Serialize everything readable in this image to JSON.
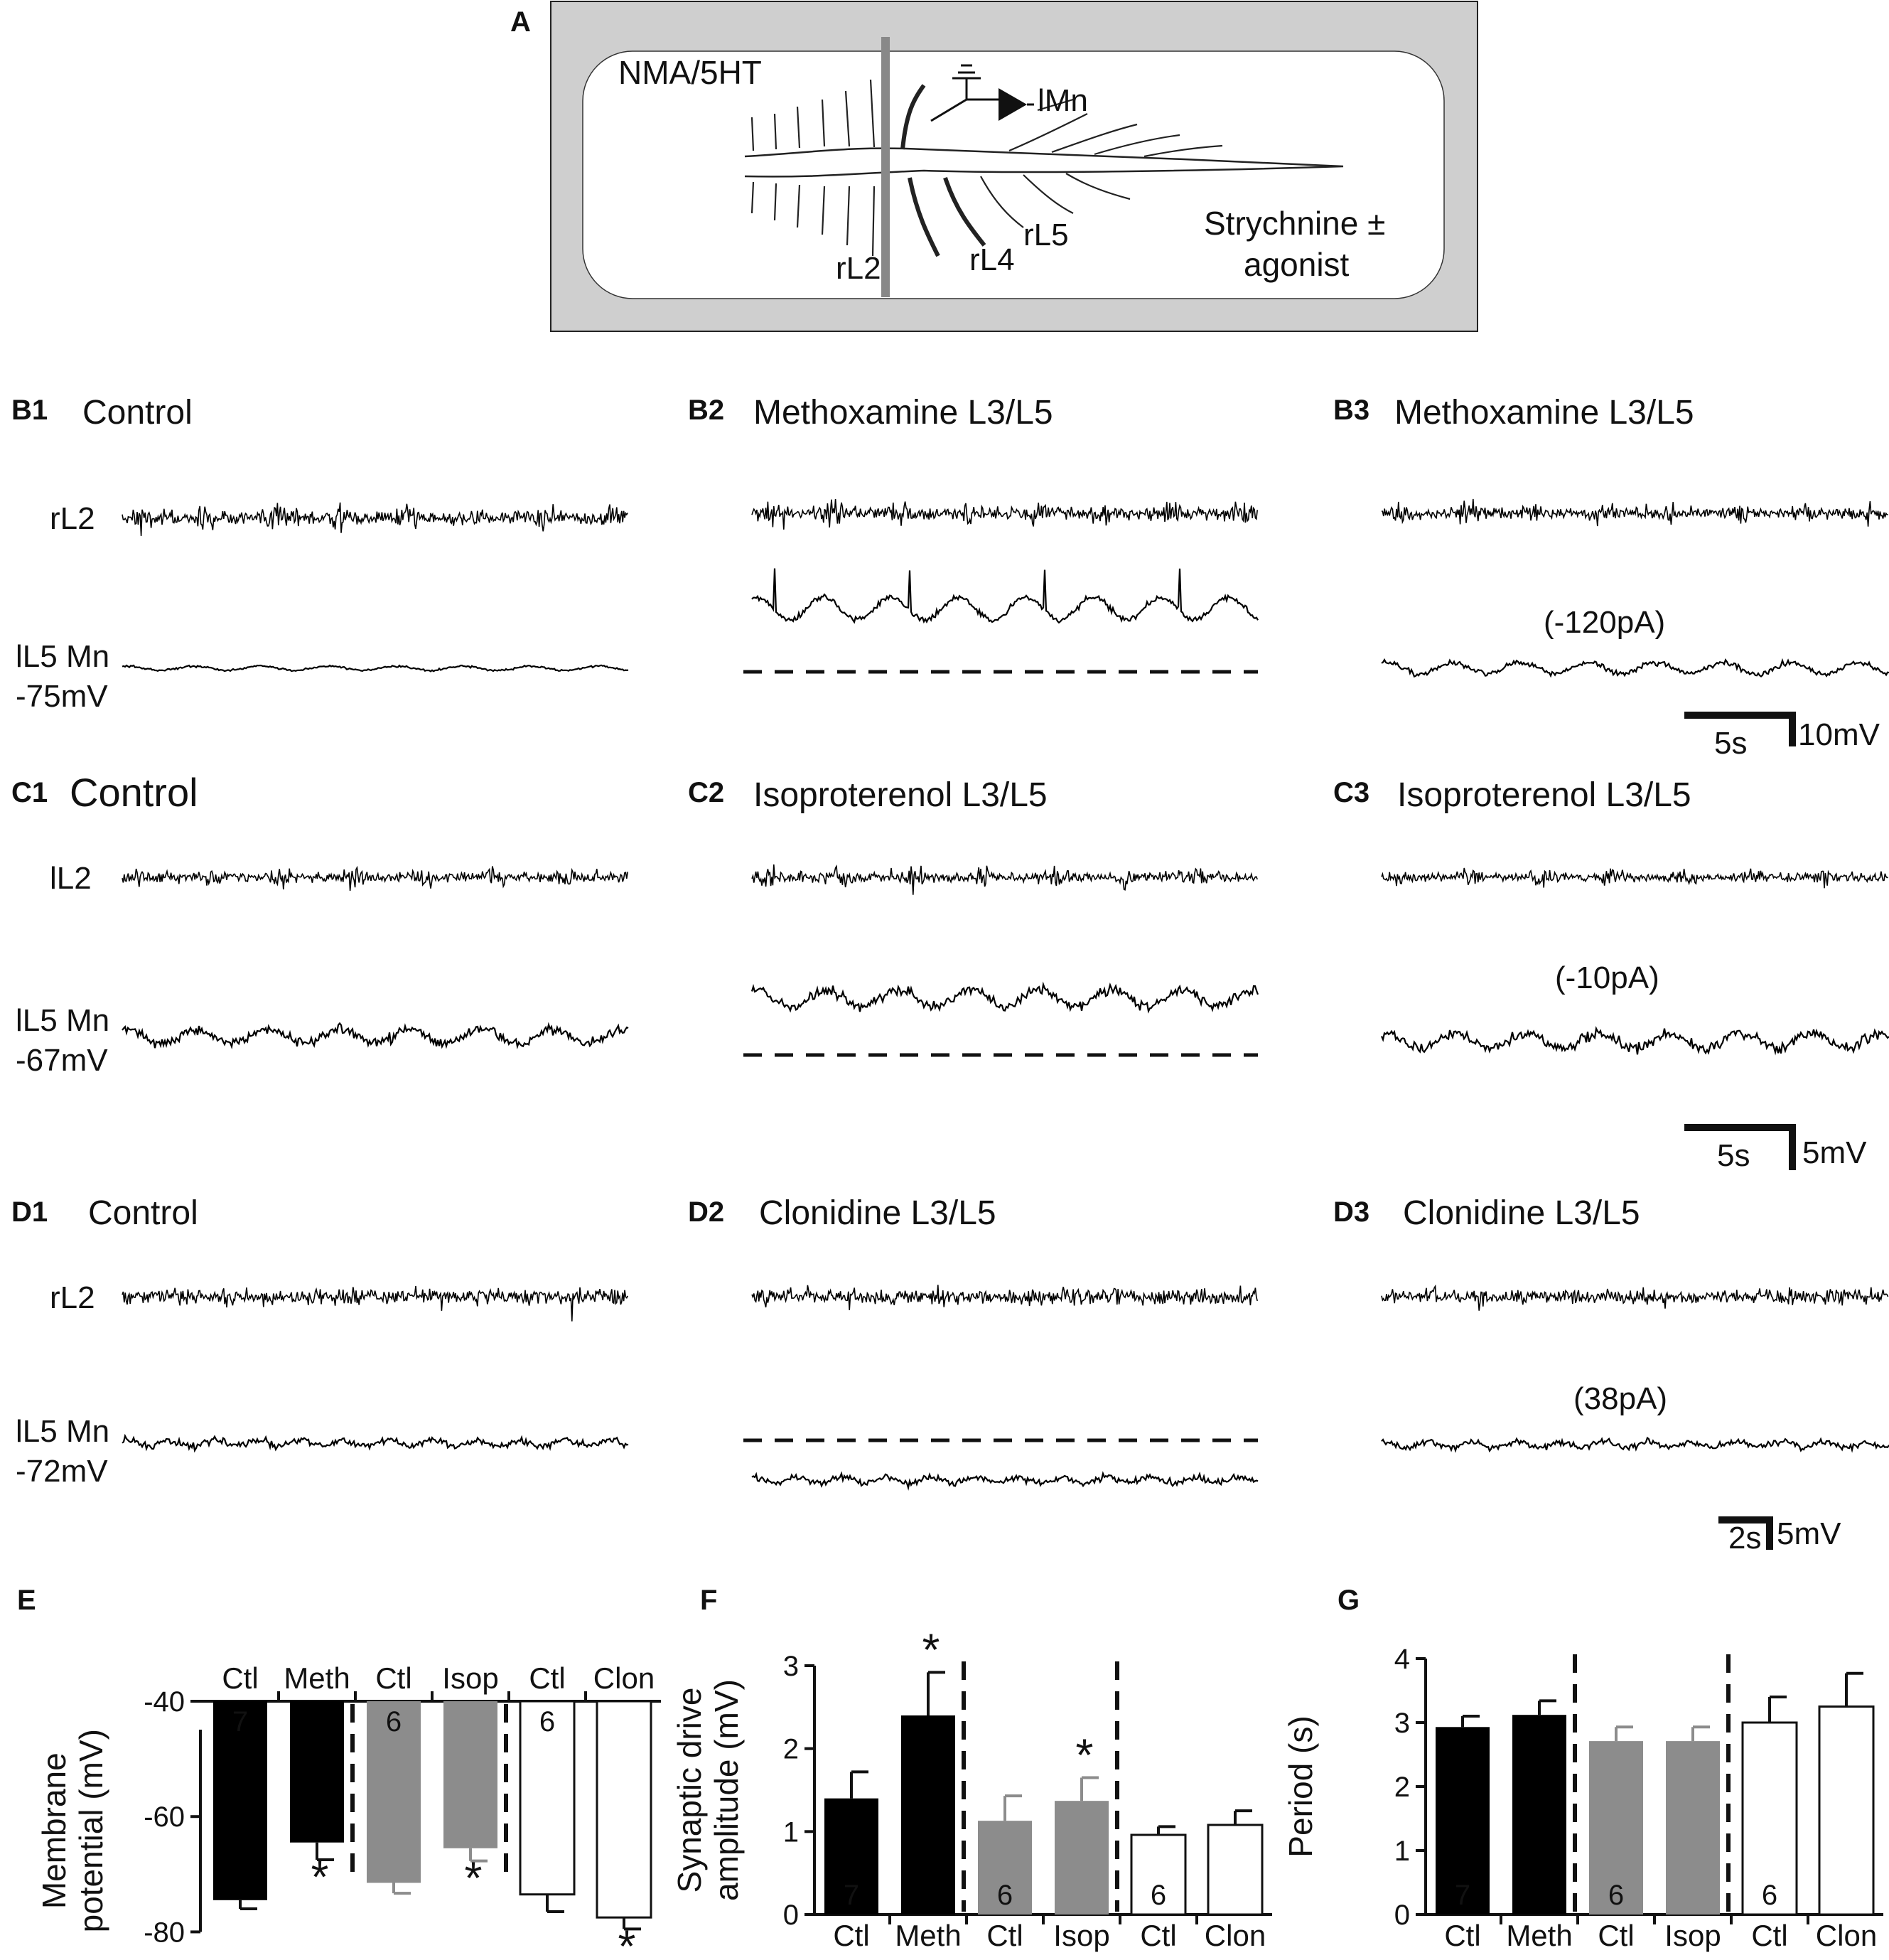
{
  "schematic": {
    "panel_letter": "A",
    "bath_left": "NMA/5HT",
    "bath_right_line1": "Strychnine ±",
    "bath_right_line2": "agonist",
    "neuron": "lMn",
    "roots": [
      "rL2",
      "rL4",
      "rL5"
    ]
  },
  "traces": {
    "scale_b": {
      "time": "5s",
      "voltage": "10mV"
    },
    "scale_c": {
      "time": "5s",
      "voltage": "5mV"
    },
    "scale_d": {
      "time": "2s",
      "voltage": "5mV"
    },
    "rows": [
      {
        "root": "rL2",
        "cell": "lL5 Mn",
        "vm": "-75mV",
        "panels": [
          {
            "letter": "B1",
            "title": "Control",
            "current": ""
          },
          {
            "letter": "B2",
            "title": "Methoxamine L3/L5",
            "current": ""
          },
          {
            "letter": "B3",
            "title": "Methoxamine L3/L5",
            "current": "(-120pA)"
          }
        ]
      },
      {
        "root": "lL2",
        "cell": "lL5 Mn",
        "vm": "-67mV",
        "panels": [
          {
            "letter": "C1",
            "title": "Control",
            "current": ""
          },
          {
            "letter": "C2",
            "title": "Isoproterenol L3/L5",
            "current": ""
          },
          {
            "letter": "C3",
            "title": "Isoproterenol L3/L5",
            "current": "(-10pA)"
          }
        ]
      },
      {
        "root": "rL2",
        "cell": "lL5 Mn",
        "vm": "-72mV",
        "panels": [
          {
            "letter": "D1",
            "title": "Control",
            "current": ""
          },
          {
            "letter": "D2",
            "title": "Clonidine L3/L5",
            "current": ""
          },
          {
            "letter": "D3",
            "title": "Clonidine L3/L5",
            "current": "(38pA)"
          }
        ]
      }
    ]
  },
  "chart_data": [
    {
      "panel": "E",
      "type": "bar",
      "categories": [
        "Ctl",
        "Meth",
        "Ctl",
        "Isop",
        "Ctl",
        "Clon"
      ],
      "values": [
        -74.5,
        -64.5,
        -71.5,
        -65.5,
        -73.5,
        -77.5
      ],
      "errors": [
        1.5,
        3.0,
        1.8,
        2.2,
        3.0,
        2.0
      ],
      "n_labels": [
        "7",
        "",
        "6",
        "",
        "6",
        ""
      ],
      "significant": [
        false,
        true,
        false,
        true,
        false,
        true
      ],
      "fills": [
        "#000000",
        "#000000",
        "#8c8c8c",
        "#8c8c8c",
        "#ffffff",
        "#ffffff"
      ],
      "ylabel_line1": "Membrane",
      "ylabel_line2": "potential (mV)",
      "ylim": [
        -85,
        -40
      ],
      "yticks": [
        "-40",
        "-60",
        "-80"
      ],
      "baseline": -40,
      "category_position": "top",
      "star": "*"
    },
    {
      "panel": "F",
      "type": "bar",
      "categories": [
        "Ctl",
        "Meth",
        "Ctl",
        "Isop",
        "Ctl",
        "Clon"
      ],
      "values": [
        1.4,
        2.4,
        1.13,
        1.37,
        0.96,
        1.08
      ],
      "errors": [
        0.32,
        0.52,
        0.3,
        0.28,
        0.1,
        0.17
      ],
      "n_labels": [
        "7",
        "",
        "6",
        "",
        "6",
        ""
      ],
      "significant": [
        false,
        true,
        false,
        true,
        false,
        false
      ],
      "fills": [
        "#000000",
        "#000000",
        "#8c8c8c",
        "#8c8c8c",
        "#ffffff",
        "#ffffff"
      ],
      "ylabel_line1": "Synaptic drive",
      "ylabel_line2": "amplitude (mV)",
      "ylim": [
        0,
        3
      ],
      "yticks": [
        "0",
        "1",
        "2",
        "3"
      ],
      "baseline": 0,
      "category_position": "bottom",
      "star": "*"
    },
    {
      "panel": "G",
      "type": "bar",
      "categories": [
        "Ctl",
        "Meth",
        "Ctl",
        "Isop",
        "Ctl",
        "Clon"
      ],
      "values": [
        2.93,
        3.12,
        2.71,
        2.71,
        3.0,
        3.25
      ],
      "errors": [
        0.17,
        0.22,
        0.22,
        0.22,
        0.4,
        0.52
      ],
      "n_labels": [
        "7",
        "",
        "6",
        "",
        "6",
        ""
      ],
      "significant": [
        false,
        false,
        false,
        false,
        false,
        false
      ],
      "fills": [
        "#000000",
        "#000000",
        "#8c8c8c",
        "#8c8c8c",
        "#ffffff",
        "#ffffff"
      ],
      "ylabel_line1": "Period (s)",
      "ylabel_line2": "",
      "ylim": [
        0,
        4
      ],
      "yticks": [
        "0",
        "1",
        "2",
        "3",
        "4"
      ],
      "baseline": 0,
      "category_position": "bottom",
      "star": "*"
    }
  ]
}
